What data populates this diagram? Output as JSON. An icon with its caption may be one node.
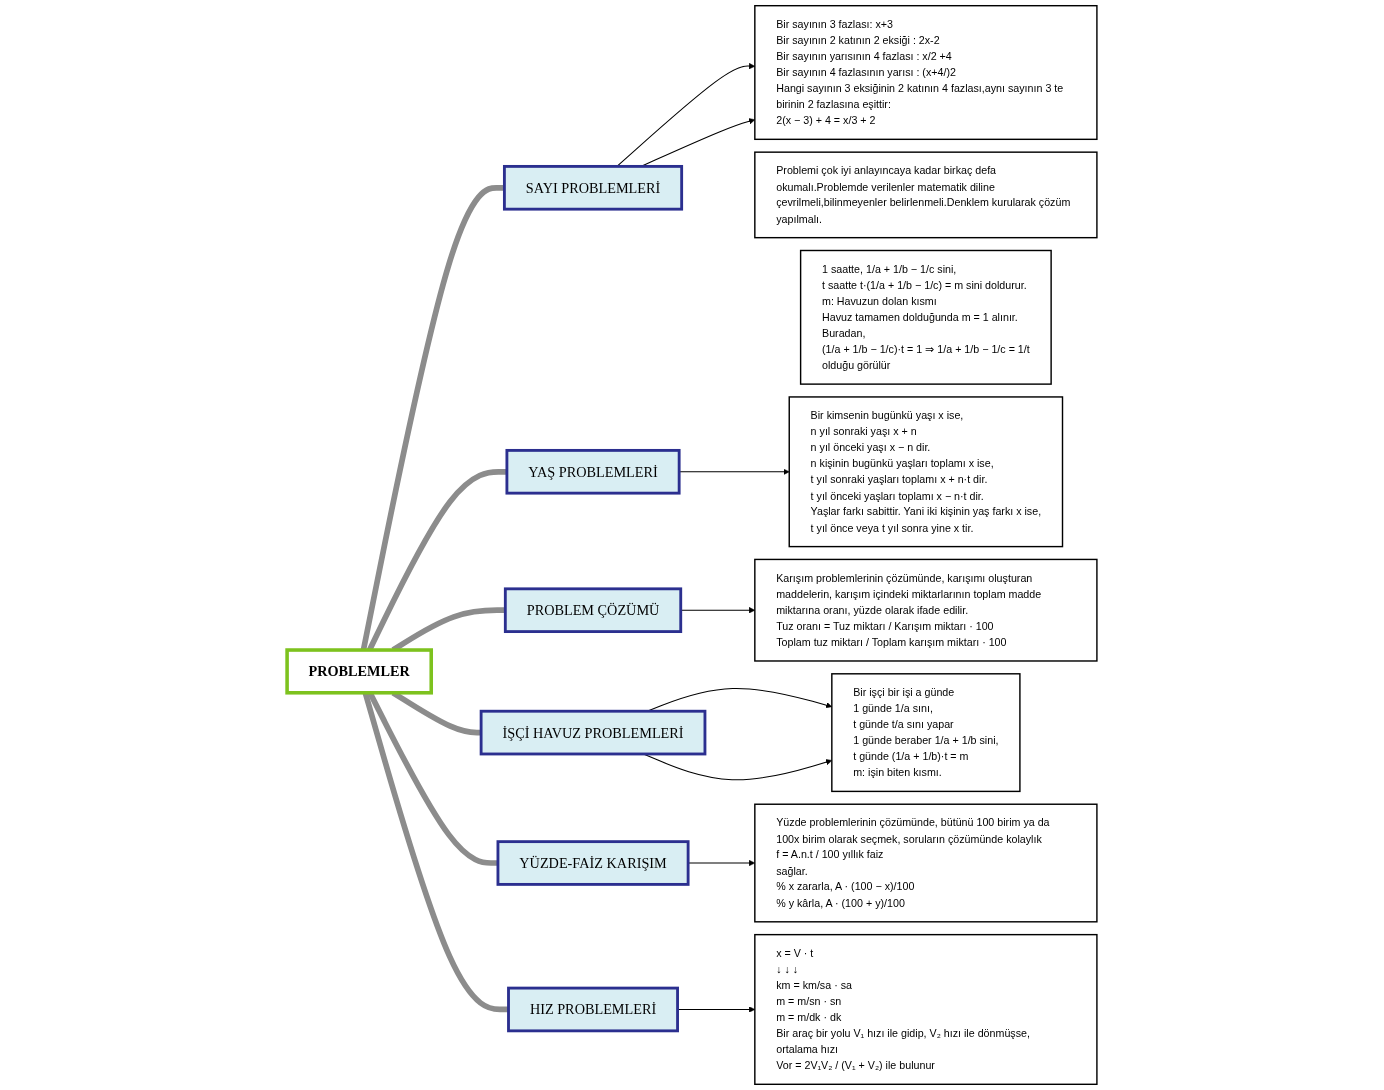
{
  "diagram": {
    "nodes": [
      {
        "text": [
          "PROBLEMLER"
        ]
      },
      {
        "text": [
          "SAYI PROBLEMLERİ"
        ]
      },
      {
        "text": [
          "YAŞ PROBLEMLERİ"
        ]
      },
      {
        "text": [
          "PROBLEM ÇÖZÜMÜ"
        ]
      },
      {
        "text": [
          "İŞÇİ HAVUZ PROBLEMLERİ"
        ]
      },
      {
        "text": [
          "YÜZDE-FAİZ KARIŞIM"
        ]
      },
      {
        "text": [
          "HIZ PROBLEMLERİ"
        ]
      },
      {
        "text": [
          "Bir kimsenin bugünkü yaşı x ise,",
          "n yıl sonraki yaşı x + n",
          "n yıl önceki yaşı x − n dir.",
          "n kişinin bugünkü yaşları toplamı x ise,",
          "t yıl sonraki yaşları toplamı x + n·t dir.",
          "t yıl önceki yaşları toplamı x − n·t dir.",
          "Yaşlar farkı sabittir. Yani iki kişinin yaş farkı x ise,",
          "t yıl önce veya t yıl sonra yine x tir."
        ]
      },
      {
        "text": [
          "Bir sayının 3 fazlası: x+3",
          "Bir sayının 2 katının 2 eksiği : 2x-2",
          "Bir sayının yarısının 4 fazlası : x/2 +4",
          "Bir sayının 4 fazlasının yarısı : (x+4/)2",
          "Hangi sayının 3 eksiğinin 2 katının 4 fazlası,aynı sayının 3 te birinin 2 fazlasına eşittir:",
          "2(x − 3) + 4 = x/3 + 2"
        ]
      },
      {
        "text": [
          "Problemi çok iyi anlayıncaya kadar birkaç defa okumalı.Problemde verilenler matematik diline çevrilmeli,bilinmeyenler belirlenmeli.Denklem kurularak çözüm yapılmalı."
        ]
      },
      {
        "text": [
          "Bir işçi bir işi a günde",
          "1 günde 1/a sını,",
          "t günde t/a sını yapar",
          "1 günde beraber 1/a + 1/b sini,",
          "t günde (1/a + 1/b)·t = m",
          "m: işin biten kısmı."
        ]
      },
      {
        "text": [
          "Karışım problemlerinin çözümünde, karışımı oluşturan maddelerin, karışım içindeki miktarlarının toplam madde miktarına oranı, yüzde olarak ifade edilir.",
          "Tuz oranı = Tuz miktarı / Karışım miktarı · 100",
          "Toplam tuz miktarı / Toplam karışım miktarı · 100"
        ]
      },
      {
        "text": [
          "1 saatte, 1/a + 1/b − 1/c sini,",
          "t saatte t·(1/a + 1/b − 1/c) = m sini doldurur.",
          "m: Havuzun dolan kısmı",
          "Havuz tamamen dolduğunda m = 1 alınır.",
          "Buradan,",
          "(1/a + 1/b − 1/c)·t = 1 ⇒ 1/a + 1/b − 1/c = 1/t",
          "olduğu görülür"
        ]
      },
      {
        "text": [
          "x = V · t",
          "↓ ↓ ↓",
          "km = km/sa · sa",
          "m = m/sn · sn",
          "m = m/dk · dk",
          "Bir araç bir yolu V₁ hızı ile gidip, V₂ hızı ile dönmüşse, ortalama hızı",
          "Vor = 2V₁V₂ / (V₁ + V₂) ile bulunur"
        ]
      },
      {
        "text": [
          "Yüzde problemlerinin çözümünde, bütünü 100 birim ya da 100x birim olarak seçmek, soruların çözümünde kolaylık",
          "f = A.n.t / 100 yıllık faiz",
          "sağlar.",
          "% x zararla, A · (100 − x)/100",
          "% y kârla, A · (100 + y)/100"
        ]
      }
    ],
    "edges": [
      {
        "from": 0,
        "to": 1,
        "arrow": "none",
        "style": "thick",
        "color": "#8c8c8c"
      },
      {
        "from": 0,
        "to": 2,
        "arrow": "none",
        "style": "thick",
        "color": "#8c8c8c"
      },
      {
        "from": 0,
        "to": 3,
        "arrow": "none",
        "style": "thick",
        "color": "#8c8c8c"
      },
      {
        "from": 0,
        "to": 4,
        "arrow": "none",
        "style": "thick",
        "color": "#8c8c8c"
      },
      {
        "from": 0,
        "to": 5,
        "arrow": "none",
        "style": "thick",
        "color": "#8c8c8c"
      },
      {
        "from": 0,
        "to": 6,
        "arrow": "none",
        "style": "thick",
        "color": "#8c8c8c"
      },
      {
        "from": 1,
        "to": 8,
        "arrow": "to"
      },
      {
        "from": 1,
        "to": 8,
        "arrow": "to"
      },
      {
        "from": 2,
        "to": 7,
        "arrow": "to"
      },
      {
        "from": 3,
        "to": 11,
        "arrow": "to"
      },
      {
        "from": 4,
        "to": 10,
        "arrow": "to"
      },
      {
        "from": 4,
        "to": 10,
        "arrow": "to"
      },
      {
        "from": 5,
        "to": 14,
        "arrow": "to"
      },
      {
        "from": 6,
        "to": 13,
        "arrow": "to"
      }
    ]
  }
}
